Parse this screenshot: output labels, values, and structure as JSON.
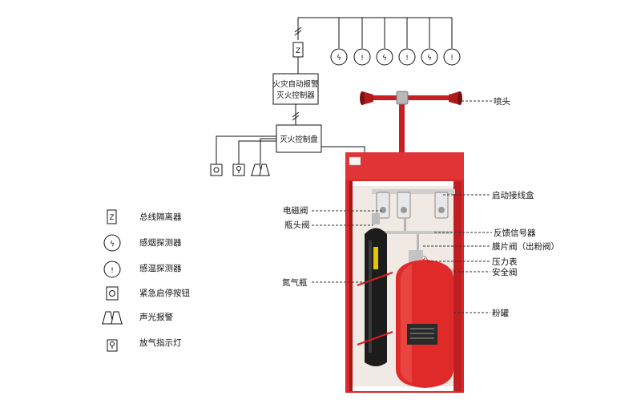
{
  "boxes": {
    "alarm_controller": [
      "火灾自动报警",
      "灭火控制器"
    ],
    "extinguishing_panel": "灭火控制盘"
  },
  "legend": [
    {
      "icon": "isolator-icon",
      "label": "总线隔离器"
    },
    {
      "icon": "smoke-detector-icon",
      "label": "感烟探测器"
    },
    {
      "icon": "heat-detector-icon",
      "label": "感温探测器"
    },
    {
      "icon": "emergency-button-icon",
      "label": "紧急启停按钮"
    },
    {
      "icon": "sound-light-alarm-icon",
      "label": "声光报警"
    },
    {
      "icon": "discharge-lamp-icon",
      "label": "放气指示灯"
    }
  ],
  "detectors_top": [
    "smoke",
    "heat",
    "smoke",
    "heat",
    "smoke",
    "heat"
  ],
  "detector_glyphs": {
    "smoke": "ϟ",
    "heat": "!"
  },
  "isolator_glyph": "Z",
  "button_glyph": "⊙",
  "lamp_glyph": "⚲",
  "alarm_glyph": "ΛΛ",
  "callouts_left": [
    "电磁阀",
    "瓶头阀",
    "氮气瓶"
  ],
  "callouts_right": [
    "喷头",
    "启动接线盒",
    "反馈信号器",
    "膜片阀（出粉阀）",
    "压力表",
    "安全阀",
    "粉罐"
  ],
  "colors": {
    "cabinet": "#d9282a",
    "cabinet_dark": "#a81517",
    "tank": "#e02a2a",
    "cylinder": "#1c1c1c",
    "line": "#111111"
  }
}
